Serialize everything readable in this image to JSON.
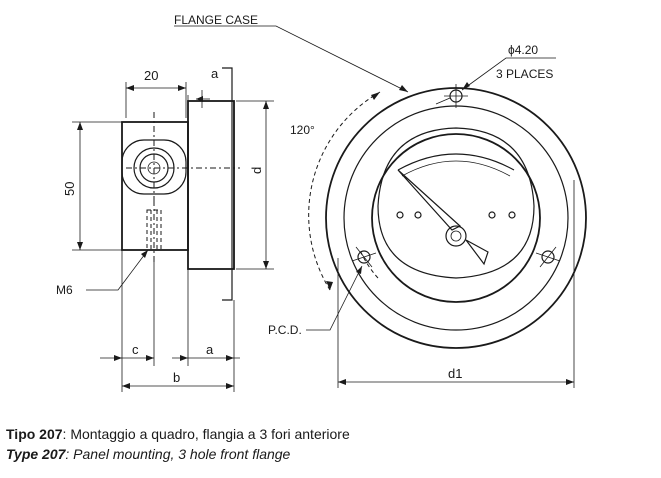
{
  "labels": {
    "flange_case": "FLANGE CASE",
    "hole_dia": "ϕ4.20",
    "three_places": "3 PLACES",
    "angle": "120°",
    "dim_20": "20",
    "dim_a_top": "a",
    "dim_d": "d",
    "dim_50": "50",
    "m6": "M6",
    "pcd": "P.C.D.",
    "dim_c": "c",
    "dim_a": "a",
    "dim_b": "b",
    "dim_d1": "d1"
  },
  "caption": {
    "line1_type": "Tipo 207",
    "line1_text": ": Montaggio a quadro, flangia a 3 fori anteriore",
    "line2_type": "Type 207",
    "line2_text": ": Panel mounting, 3 hole front flange"
  }
}
